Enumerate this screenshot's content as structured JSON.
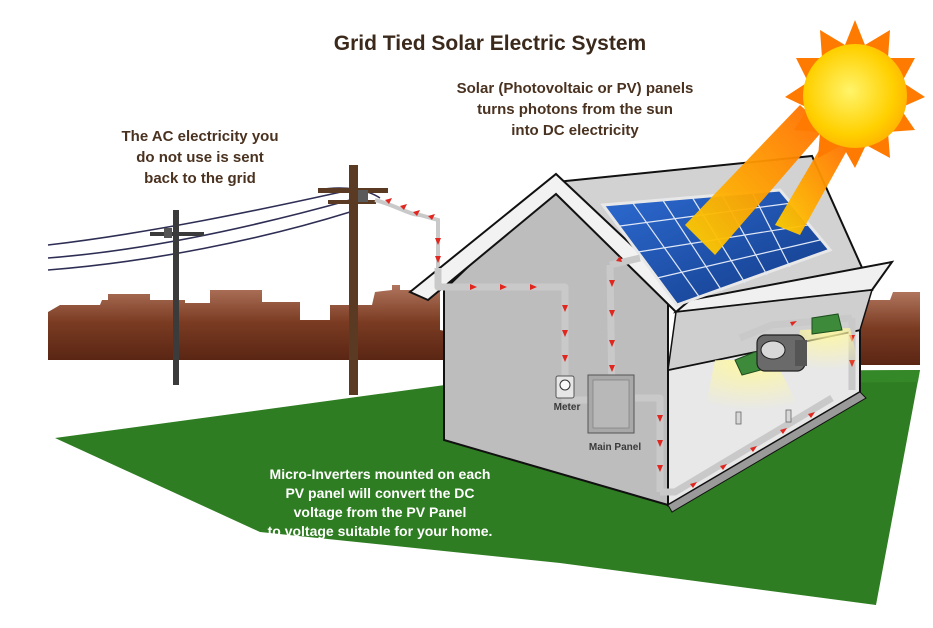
{
  "title": "Grid Tied Solar Electric System",
  "notes": {
    "solar": "Solar (Photovoltaic or PV) panels\nturns photons from the sun\ninto DC electricity",
    "ac": "The AC electricity you\ndo not use is sent\nback to the grid",
    "inverters": "Micro-Inverters mounted on each\nPV panel will convert the DC\nvoltage from the PV Panel\nto voltage suitable for your home."
  },
  "labels": {
    "meter": "Meter",
    "main_panel": "Main Panel"
  },
  "colors": {
    "title_text": "#3b2a1c",
    "note_text": "#4a3220",
    "ground": "#2f7d22",
    "skyline": "#7a3b22",
    "house_wall": "#bdbdbd",
    "roof": "#d2d2d2",
    "pv_panel": "#1f4fa8",
    "sun": "#ffd200",
    "sun_rays": "#ff7a00",
    "wire": "#c9c9c9",
    "current_arrow": "#e0261e"
  }
}
